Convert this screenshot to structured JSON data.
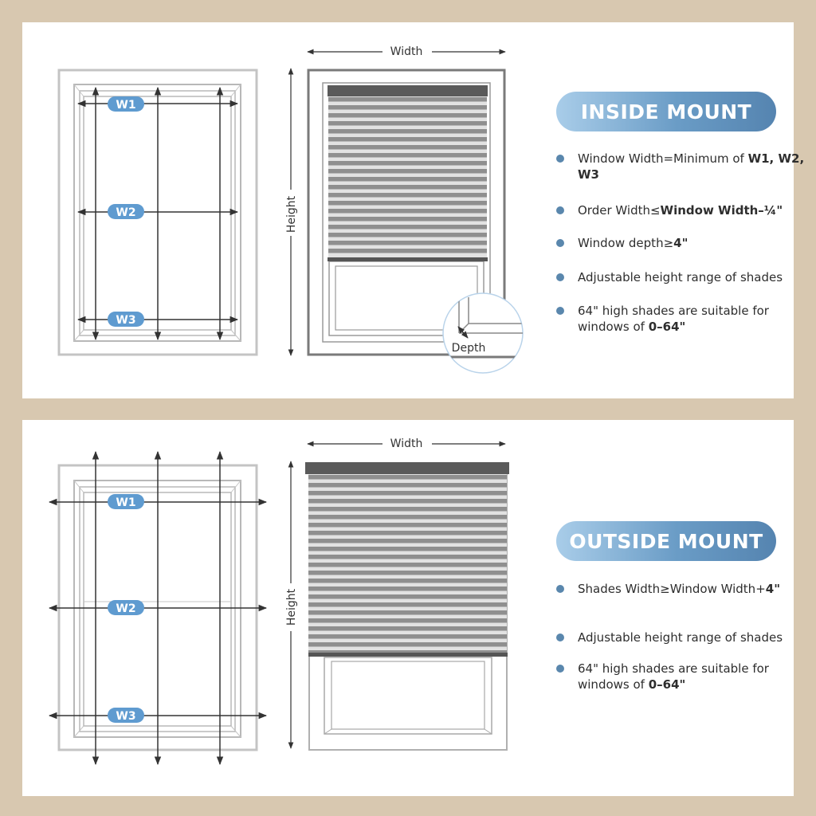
{
  "diagram_labels": {
    "width": "Width",
    "height": "Height",
    "depth": "Depth",
    "w1": "W1",
    "w2": "W2",
    "w3": "W3"
  },
  "inside_mount": {
    "title": "INSIDE MOUNT",
    "bullets": [
      {
        "pre": "Window Width=Minimum of ",
        "bold": "W1, W2, W3",
        "post": ""
      },
      {
        "pre": "Order Width≤",
        "bold": "Window Width–¼\"",
        "post": ""
      },
      {
        "pre": "Window depth≥",
        "bold": "4\"",
        "post": ""
      },
      {
        "pre": "Adjustable height range of shades",
        "bold": "",
        "post": ""
      },
      {
        "pre": "64\" high shades are suitable for windows of ",
        "bold": "0–64\"",
        "post": ""
      }
    ]
  },
  "outside_mount": {
    "title": "OUTSIDE MOUNT",
    "bullets": [
      {
        "pre": "Shades Width≥Window Width+",
        "bold": "4\"",
        "post": ""
      },
      {
        "pre": "Adjustable height range of shades",
        "bold": "",
        "post": ""
      },
      {
        "pre": "64\" high shades are suitable for windows of ",
        "bold": "0–64\"",
        "post": ""
      }
    ]
  },
  "colors": {
    "background": "#d8c8b0",
    "panel": "#ffffff",
    "badge": "#6a9cc6",
    "shade_dark": "#8f8f8f",
    "shade_light": "#e2e2e2",
    "rail": "#555555",
    "bullet": "#5a87ad"
  }
}
